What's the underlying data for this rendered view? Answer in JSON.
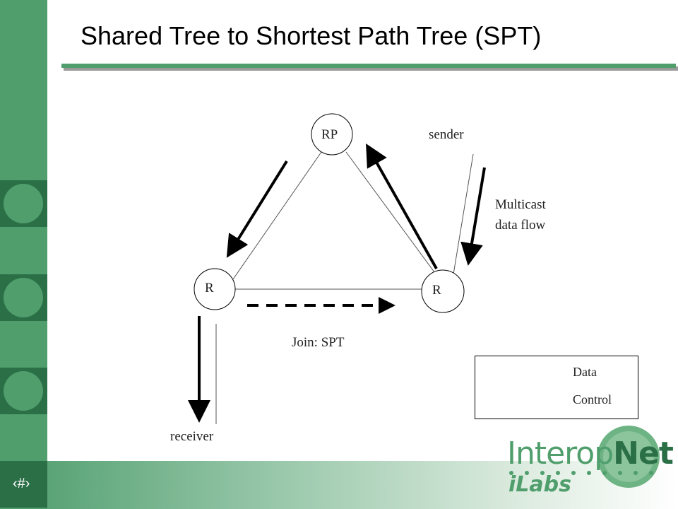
{
  "slide": {
    "title": "Shared Tree to Shortest Path Tree (SPT)",
    "number": "‹#›"
  },
  "nodes": {
    "rp": "RP",
    "left_router": "R",
    "right_router": "R"
  },
  "labels": {
    "sender": "sender",
    "receiver": "receiver",
    "multicast_line1": "Multicast",
    "multicast_line2": "data flow",
    "join": "Join: SPT"
  },
  "legend": {
    "data": "Data",
    "control": "Control"
  },
  "logo": {
    "brand_a": "Interop",
    "brand_b": "Net",
    "sub": "iLabs"
  },
  "colors": {
    "accent": "#4f9e6c",
    "accent_dark": "#2b6f47"
  }
}
